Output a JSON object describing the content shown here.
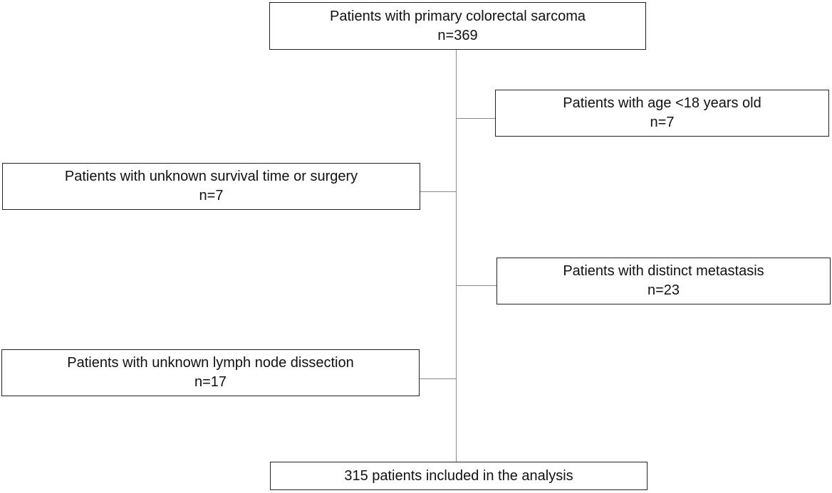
{
  "flowchart": {
    "start": {
      "title": "Patients with primary colorectal sarcoma",
      "count": "n=369"
    },
    "exclusions": [
      {
        "title": "Patients with age <18 years old",
        "count": "n=7"
      },
      {
        "title": "Patients with unknown survival time or surgery",
        "count": "n=7"
      },
      {
        "title": "Patients with distinct metastasis",
        "count": "n=23"
      },
      {
        "title": "Patients with unknown lymph node dissection",
        "count": "n=17"
      }
    ],
    "final": {
      "title": "315 patients included in the analysis"
    }
  }
}
